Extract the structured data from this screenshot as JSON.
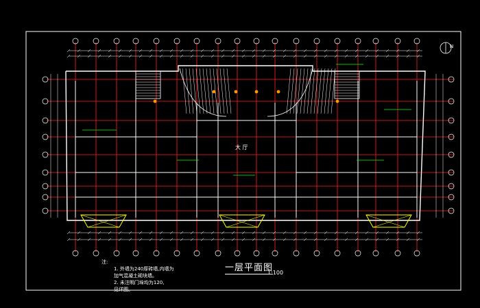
{
  "drawing": {
    "title": "一层平面图",
    "scale": "1:100",
    "north_label": "N",
    "room_labels": {
      "hall": "大 厅"
    },
    "notes": {
      "heading": "注:",
      "lines": [
        "1. 外墙为240厚砖墙,内墙为",
        "   加气混凝土砌块墙。",
        "2. 未注明门垛均为120,",
        "   见详图。"
      ]
    },
    "colors": {
      "background": "#000000",
      "axis_lines": "#ff2020",
      "walls": "#ffffff",
      "dimensions": "#ffffff",
      "stairs": "#ffffff",
      "highlight": "#ffff00",
      "green": "#00ff00",
      "orange": "#ff9900"
    }
  }
}
